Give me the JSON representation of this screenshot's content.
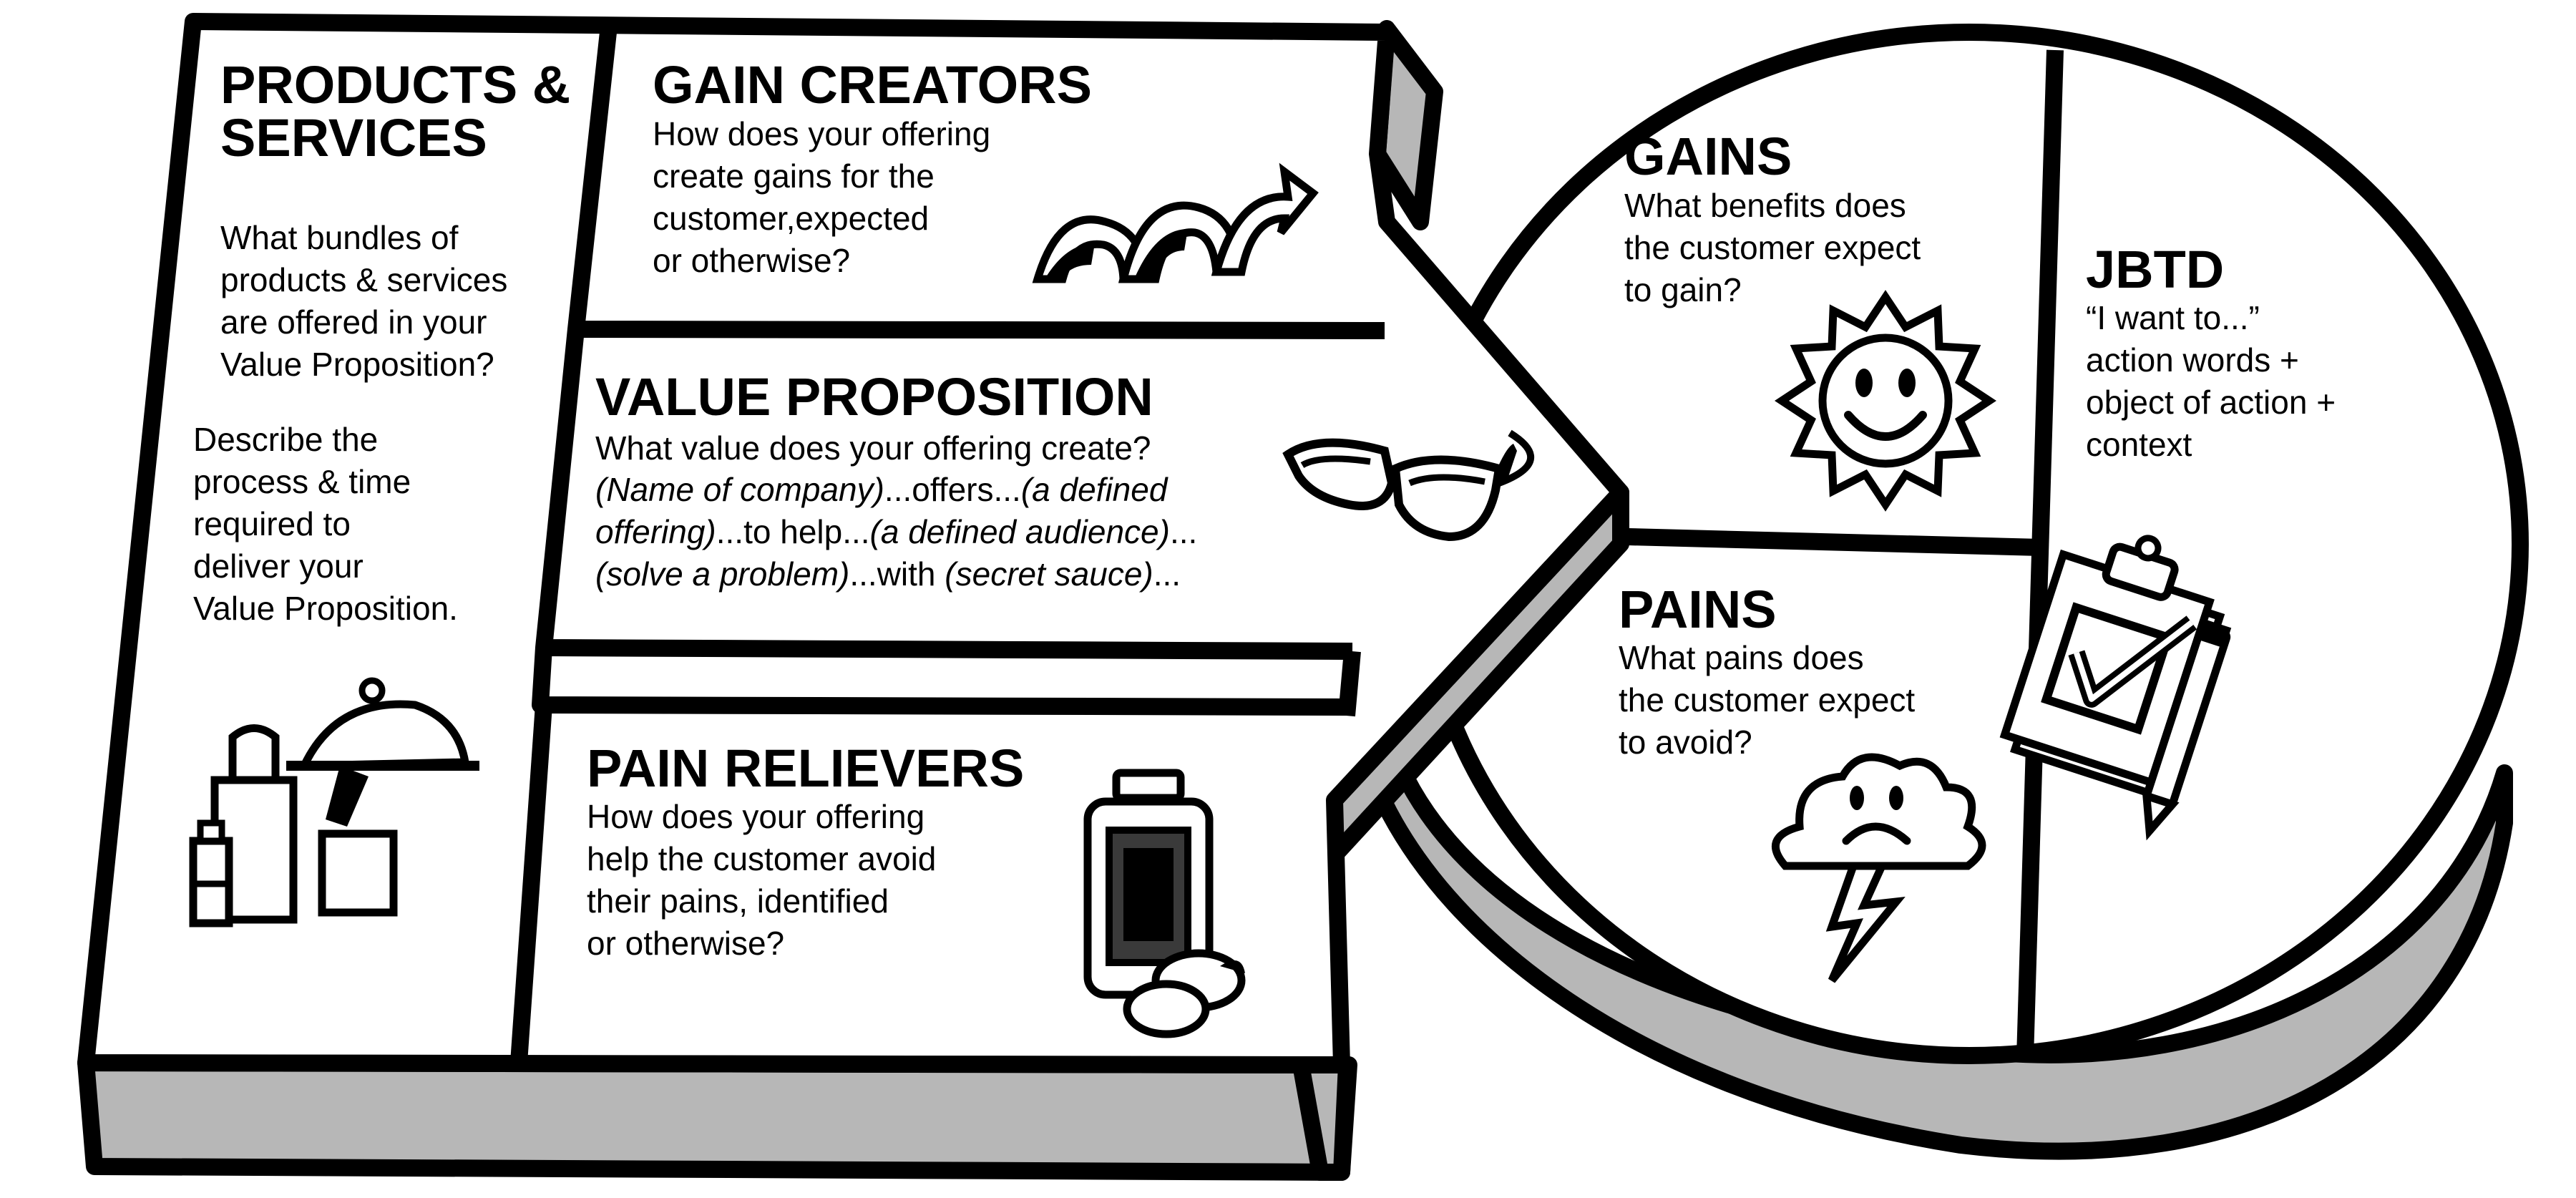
{
  "colors": {
    "outline": "#000000",
    "fill": "#ffffff",
    "side": "#b7b7b7"
  },
  "icons": [
    "shopping-bags-icon",
    "rising-arrow-icon",
    "sunglasses-icon",
    "pill-bottle-icon",
    "sun-icon",
    "storm-cloud-icon",
    "clipboard-checkmark-icon"
  ],
  "products_services": {
    "title": "PRODUCTS & SERVICES",
    "question": "What bundles of\nproducts & services\nare offered in your\nValue Proposition?",
    "describe": "Describe the\nprocess & time\nrequired to\ndeliver your\nValue Proposition."
  },
  "gain_creators": {
    "title": "GAIN CREATORS",
    "question": "How does your offering\ncreate gains for the\ncustomer,expected\nor otherwise?"
  },
  "value_proposition": {
    "title": "VALUE PROPOSITION",
    "question": "What value does your offering create?",
    "template": [
      {
        "text": "(Name of company)",
        "italic": true
      },
      {
        "text": "...offers...",
        "italic": false
      },
      {
        "text": "(a defined offering)",
        "italic": true
      },
      {
        "text": "...to help...",
        "italic": false
      },
      {
        "text": "(a defined audience)",
        "italic": true
      },
      {
        "text": "...",
        "italic": false
      },
      {
        "text": "(solve a problem)",
        "italic": true
      },
      {
        "text": "...with ",
        "italic": false
      },
      {
        "text": "(secret sauce)",
        "italic": true
      },
      {
        "text": "...",
        "italic": false
      }
    ]
  },
  "pain_relievers": {
    "title": "PAIN RELIEVERS",
    "question": "How does your offering\nhelp the customer avoid\ntheir pains, identified\nor otherwise?"
  },
  "gains": {
    "title": "GAINS",
    "question": "What benefits does\nthe customer expect\nto gain?"
  },
  "pains": {
    "title": "PAINS",
    "question": "What pains does\nthe customer expect\nto avoid?"
  },
  "jbtd": {
    "title": "JBTD",
    "question": "“I want to...”\naction words +\nobject of action +\ncontext"
  }
}
